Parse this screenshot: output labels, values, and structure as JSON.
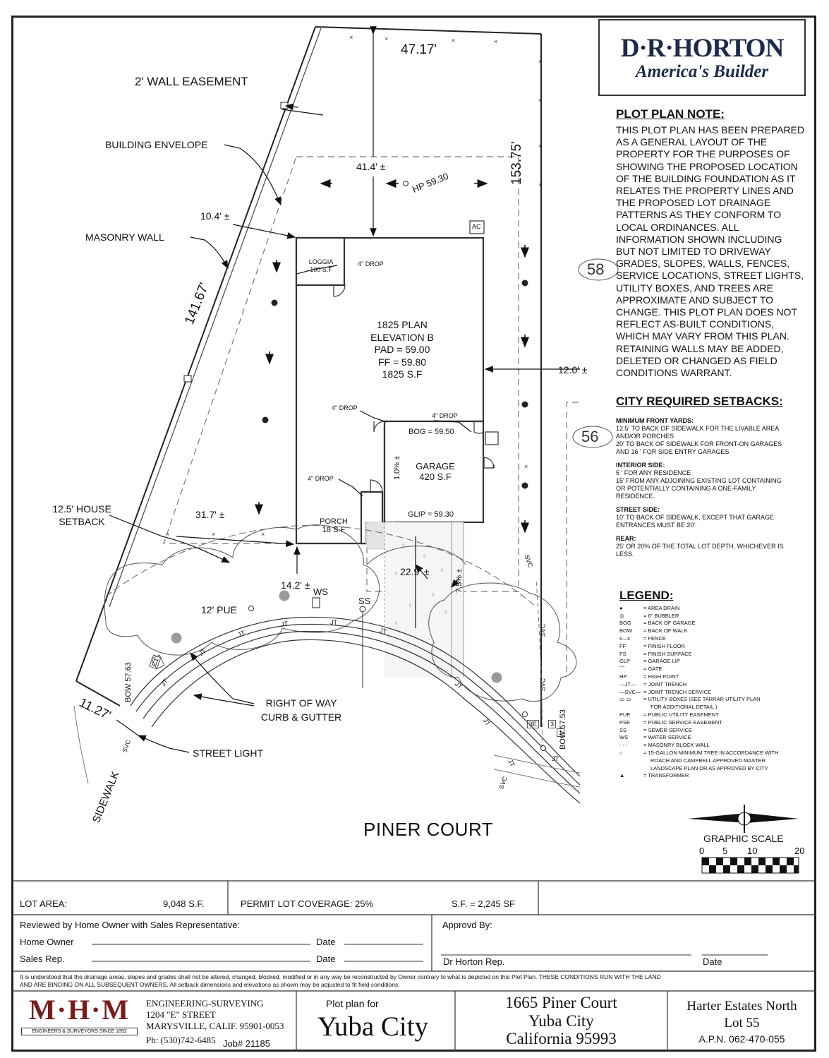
{
  "header": {
    "brand_main": "D·R·HORTON",
    "brand_sub": "America's Builder"
  },
  "plot_note": {
    "title": "PLOT PLAN NOTE:",
    "lines": [
      "THIS PLOT PLAN HAS BEEN PREPARED",
      "AS A GENERAL LAYOUT OF THE",
      "PROPERTY FOR THE PURPOSES OF",
      "SHOWING THE PROPOSED LOCATION",
      "OF THE BUILDING FOUNDATION AS IT",
      "RELATES THE PROPERTY LINES AND",
      "THE PROPOSED LOT DRAINAGE",
      "PATTERNS AS THEY CONFORM TO",
      "LOCAL ORDINANCES. ALL",
      "INFORMATION SHOWN INCLUDING",
      "BUT NOT LIMITED TO DRIVEWAY",
      "GRADES, SLOPES, WALLS, FENCES,",
      "SERVICE LOCATIONS, STREET LIGHTS,",
      "UTILITY BOXES, AND TREES ARE",
      "APPROXIMATE AND SUBJECT TO",
      "CHANGE. THIS PLOT PLAN DOES NOT",
      "REFLECT AS-BUILT CONDITIONS,",
      "WHICH MAY VARY FROM THIS PLAN.",
      "RETAINING WALLS MAY BE ADDED,",
      "DELETED OR CHANGED AS FIELD",
      "CONDITIONS WARRANT."
    ]
  },
  "setbacks": {
    "title": "CITY REQUIRED SETBACKS:",
    "front_title": "MINIMUM FRONT YARDS:",
    "front_lines": [
      "12.5' TO BACK OF SIDEWALK FOR THE LIVABLE AREA",
      "AND/OR PORCHES",
      "20' TO BACK OF SIDEWALK FOR FRONT-ON GARAGES",
      "AND 16 ' FOR SIDE ENTRY GARAGES"
    ],
    "interior_title": "INTERIOR SIDE:",
    "interior_lines": [
      "5 ' FOR ANY RESIDENCE",
      "15' FROM ANY ADJOINING EXISTING LOT CONTAINING",
      "OR POTENTIALLY CONTAINING A ONE-FAMILY",
      "RESIDENCE."
    ],
    "street_title": "STREET SIDE:",
    "street_lines": [
      "10' TO BACK OF SIDEWALK, EXCEPT THAT GARAGE",
      "ENTRANCES MUST BE 20'"
    ],
    "rear_title": "REAR:",
    "rear_lines": [
      "25' OR 20% OF THE TOTAL LOT DEPTH, WHICHEVER IS",
      "LESS."
    ]
  },
  "legend": {
    "title": "LEGEND:",
    "items": [
      {
        "sym": "●",
        "text": "= AREA DRAIN"
      },
      {
        "sym": "◎",
        "text": "= 6\" BUBBLER"
      },
      {
        "sym": "BOG",
        "text": "= BACK OF GARAGE"
      },
      {
        "sym": "BOW",
        "text": "= BACK OF WALK"
      },
      {
        "sym": "x—x",
        "text": "= FENCE"
      },
      {
        "sym": "FF",
        "text": "= FINISH FLOOR"
      },
      {
        "sym": "FS",
        "text": "= FINISH SURFACE"
      },
      {
        "sym": "GLP",
        "text": "= GARAGE LIP"
      },
      {
        "sym": "⌒",
        "text": "= GATE"
      },
      {
        "sym": "HP",
        "text": "= HIGH POINT"
      },
      {
        "sym": "—JT—",
        "text": "= JOINT TRENCH"
      },
      {
        "sym": "—SVC—",
        "text": "= JOINT TRENCH SERVICE"
      },
      {
        "sym": "▭ ▭",
        "text": "= UTILITY BOXES (SEE TARRAR UTILITY PLAN"
      },
      {
        "sym": "",
        "text": "FOR ADDITIONAL DETAIL )"
      },
      {
        "sym": "PUE",
        "text": "= PUBLIC UTILITY EASEMENT"
      },
      {
        "sym": "PSE",
        "text": "= PUBLIC SERVICE EASEMENT"
      },
      {
        "sym": "SS",
        "text": "= SEWER SERVICE"
      },
      {
        "sym": "WS",
        "text": "= WATER SERVICE"
      },
      {
        "sym": "- - -",
        "text": "= MASONRY BLOCK WALL"
      },
      {
        "sym": "○",
        "text": "= 15-GALLON MINIMUM TREE IN ACCORDANCE WITH"
      },
      {
        "sym": "",
        "text": "ROACH AND CAMPBELL APPROVED MASTER"
      },
      {
        "sym": "",
        "text": "LANDSCAPE PLAN OR AS APPROVED BY CITY"
      },
      {
        "sym": "▲",
        "text": "= TRANSFORMER"
      }
    ]
  },
  "scale": {
    "title": "GRAPHIC SCALE",
    "ticks": [
      "0",
      "5",
      "10",
      "20"
    ]
  },
  "plan": {
    "top_width": "47.17'",
    "right_depth": "153.75'",
    "left_depth": "141.67'",
    "frontage": "11.27'",
    "rear_setback": "41.4' ±",
    "high_point": "HP 59.30",
    "left_setback": "10.4' ±",
    "right_setback": "12.0' ±",
    "front_setback": "31.7' ±",
    "porch_setback": "14.2' ±",
    "drive_length": "22.9' ±",
    "drive_slope": "7.5% ±",
    "garage_slope": "1.0% ±",
    "ac": "AC",
    "lot_left": "58",
    "lot_right": "56",
    "loggia": [
      "LOGGIA",
      "100 S.F"
    ],
    "house": [
      "1825 PLAN",
      "ELEVATION B",
      "PAD = 59.00",
      "FF = 59.80",
      "1825 S.F"
    ],
    "garage": [
      "GARAGE",
      "420 S.F"
    ],
    "bog": "BOG = 59.50",
    "glip": "GLIP = 59.30",
    "porch": [
      "PORCH",
      "18 S.F"
    ],
    "drop": "4\" DROP",
    "ws": "WS",
    "ss": "SS",
    "pue": "12' PUE",
    "bow_left": "BOW 57.63",
    "bow_right": "BOW 57.53",
    "street": "PINER COURT",
    "sidewalk": "SIDEWALK",
    "jt": "JT",
    "svc": "SVC",
    "c1": "C1",
    "box3e": "3E",
    "box3": "3",
    "box1": "1",
    "callouts": {
      "wall_easement": "2' WALL EASEMENT",
      "building_envelope": "BUILDING ENVELOPE",
      "masonry_wall": "MASONRY WALL",
      "house_setback": [
        "12.5' HOUSE",
        "SETBACK"
      ],
      "row": [
        "RIGHT OF WAY",
        "CURB & GUTTER"
      ],
      "street_light": "STREET LIGHT"
    }
  },
  "footer": {
    "lot_area_label": "LOT AREA:",
    "lot_area_value": "9,048 S.F.",
    "coverage": "PERMIT LOT COVERAGE: 25%",
    "sf": "S.F. = 2,245 SF",
    "reviewed": "Reviewed by Home Owner with Sales Representative:",
    "approved": "Approvd By:",
    "home_owner": "Home Owner",
    "sales_rep": "Sales Rep.",
    "date": "Date",
    "dr_rep": "Dr Horton Rep.",
    "disclaimer1": "It is understood that the drainage areas, slopes and grades shall not be altered, changed, blocked, modified or in any way be reconstructed by Owner contrary to what is depicted on this Plot Plan.  THESE CONDITIONS RUN WITH THE LAND",
    "disclaimer2": "AND ARE BINDING ON ALL SUBSEQUENT OWNERS.  All setback dimensions and elevations as shown may be adjusted to fit field conditions.",
    "mhm_logo": "M·H·M",
    "mhm_tag": "ENGINEERS & SURVEYORS SINCE 1892",
    "mhm_lines": [
      "ENGINEERING-SURVEYING",
      "1204 \"E\" STREET",
      "MARYSVILLE, CALIF. 95901-0053"
    ],
    "mhm_phone": "Ph: (530)742-6485",
    "job": "Job# 21185",
    "plot_for": "Plot plan for",
    "city_big": "Yuba City",
    "addr": [
      "1665 Piner Court",
      "Yuba City",
      "California 95993"
    ],
    "harter": [
      "Harter Estates North",
      "Lot 55",
      "A.P.N. 062-470-055"
    ]
  }
}
